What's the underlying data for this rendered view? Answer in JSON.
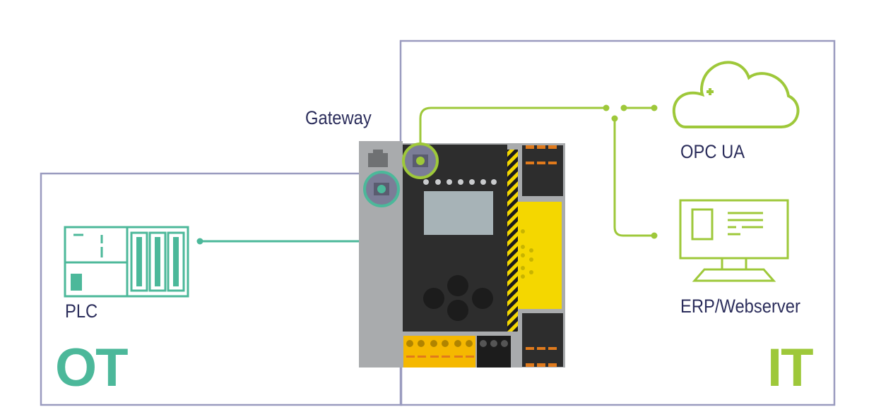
{
  "labels": {
    "gateway": "Gateway",
    "plc": "PLC",
    "opc_ua": "OPC UA",
    "erp": "ERP/Webserver",
    "ot": "OT",
    "it": "IT"
  },
  "colors": {
    "box_border": "#9a9bbf",
    "ot_teal": "#4cb89a",
    "it_green": "#9ec83a",
    "text_navy": "#2b2d5b",
    "device_dark": "#2d2d2d",
    "device_gray": "#a9abad",
    "safety_yellow": "#f4d700",
    "terminal_orange": "#f5b800"
  },
  "icons": {
    "plc": "plc-rack-icon",
    "cloud": "cloud-icon",
    "monitor": "monitor-icon",
    "gateway": "gateway-device-icon"
  }
}
